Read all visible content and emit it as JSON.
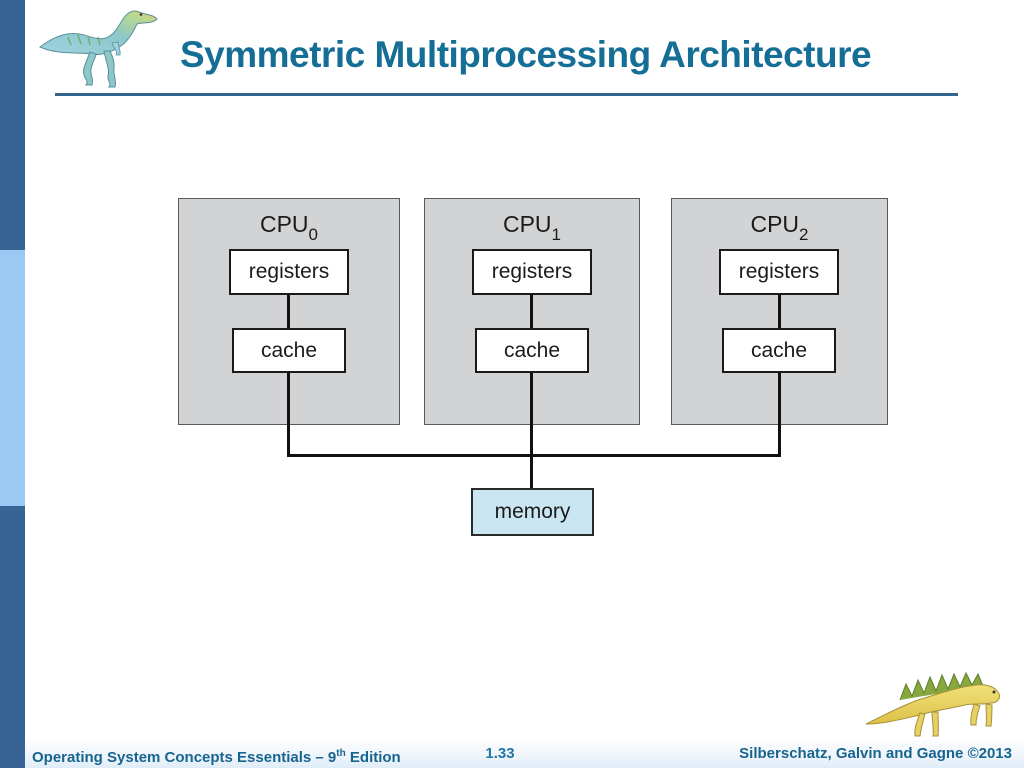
{
  "slide": {
    "title": "Symmetric Multiprocessing Architecture",
    "page_number": "1.33",
    "footer_left": {
      "text": "Operating System Concepts Essentials – 9",
      "superscript": "th",
      "suffix": " Edition"
    },
    "footer_right": "Silberschatz, Galvin and Gagne ©2013"
  },
  "diagram": {
    "cpus": [
      {
        "name": "CPU",
        "subscript": "0",
        "registers_label": "registers",
        "cache_label": "cache"
      },
      {
        "name": "CPU",
        "subscript": "1",
        "registers_label": "registers",
        "cache_label": "cache"
      },
      {
        "name": "CPU",
        "subscript": "2",
        "registers_label": "registers",
        "cache_label": "cache"
      }
    ],
    "memory_label": "memory"
  },
  "icons": {
    "top_left": "dinosaur-logo",
    "bottom_right": "dinosaur-logo"
  },
  "colors": {
    "title_text": "#156E96",
    "accent_rule": "#33658F",
    "sidebar_dark": "#376495",
    "sidebar_light": "#9CC9F4",
    "cpu_box_fill": "#D2D3D4",
    "memory_fill": "#CBE6F3",
    "footer_text": "#17648F",
    "connector_line": "#111111"
  }
}
